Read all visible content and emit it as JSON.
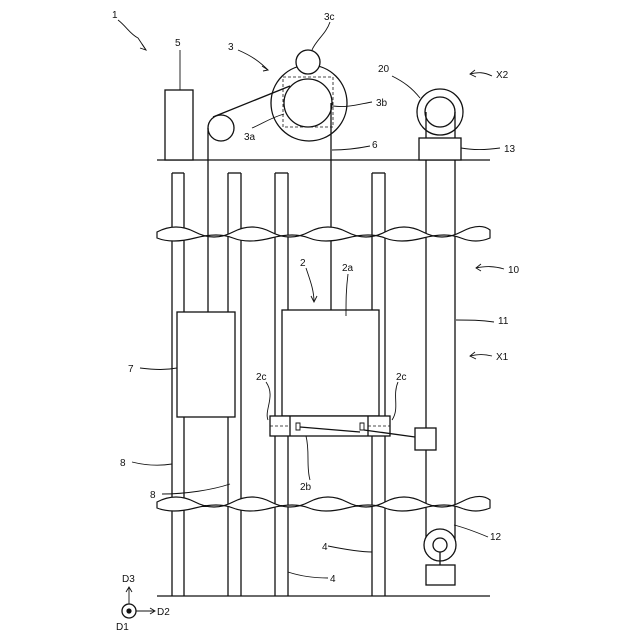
{
  "labels": {
    "system": "1",
    "car": "2",
    "car_body": "2a",
    "safety_device": "2b",
    "wedge_left": "2c",
    "wedge_right": "2c",
    "hoist": "3",
    "sheave": "3a",
    "motor": "3b",
    "deflector": "3c",
    "rail_upper": "4",
    "rail_lower": "4",
    "control_panel": "5",
    "main_rope": "6",
    "counterweight": "7",
    "cw_rail_upper": "8",
    "cw_rail_lower": "8",
    "hoistway": "10",
    "governor_rope": "11",
    "tension_pulley": "12",
    "governor_base": "13",
    "governor": "20",
    "region_upper": "X2",
    "region_lower": "X1",
    "dir_d1": "D1",
    "dir_d2": "D2",
    "dir_d3": "D3"
  }
}
